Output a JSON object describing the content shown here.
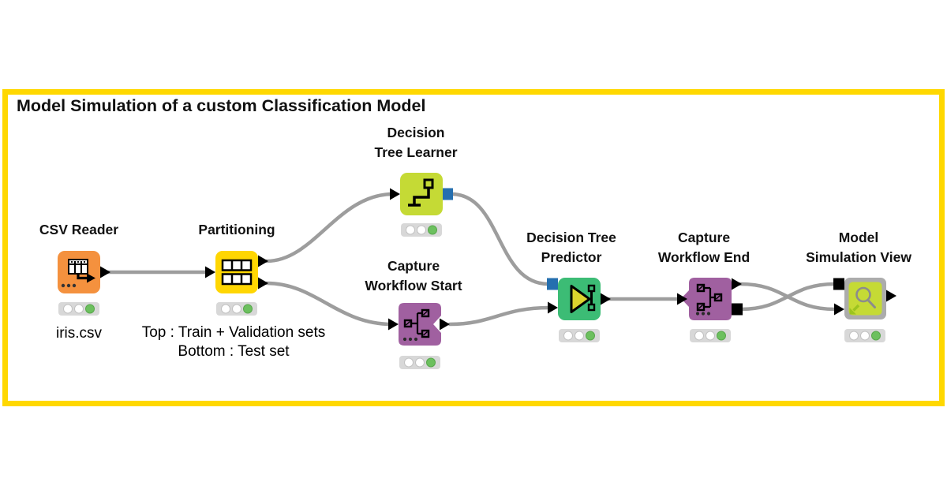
{
  "title": "Model Simulation of a custom Classification Model",
  "colors": {
    "frame": "#FFD800",
    "wire": "#9D9D9D",
    "port_data": "#000000",
    "port_model": "#256FAF",
    "status_bg": "#D8D8D8",
    "status_on": "#6CC05E",
    "status_off": "#FFFFFF",
    "node_orange": "#F4913E",
    "node_yellow": "#FFD602",
    "node_lime": "#C5DA35",
    "node_purple": "#A060A0",
    "node_green": "#3CBC75",
    "component_gray": "#ACACAC"
  },
  "nodes": [
    {
      "name": "CSV Reader",
      "label_lines": [
        "CSV Reader"
      ],
      "annotation_lines": [
        "iris.csv"
      ],
      "status": "executed"
    },
    {
      "name": "Partitioning",
      "label_lines": [
        "Partitioning"
      ],
      "annotation_lines": [
        "Top : Train + Validation sets",
        "Bottom : Test set"
      ],
      "status": "executed"
    },
    {
      "name": "Decision Tree Learner",
      "label_lines": [
        "Decision",
        "Tree Learner"
      ],
      "status": "executed"
    },
    {
      "name": "Capture Workflow Start",
      "label_lines": [
        "Capture",
        "Workflow Start"
      ],
      "status": "executed"
    },
    {
      "name": "Decision Tree Predictor",
      "label_lines": [
        "Decision Tree",
        "Predictor"
      ],
      "status": "executed"
    },
    {
      "name": "Capture Workflow End",
      "label_lines": [
        "Capture",
        "Workflow End"
      ],
      "status": "executed"
    },
    {
      "name": "Model Simulation View",
      "label_lines": [
        "Model",
        "Simulation View"
      ],
      "status": "executed"
    }
  ]
}
